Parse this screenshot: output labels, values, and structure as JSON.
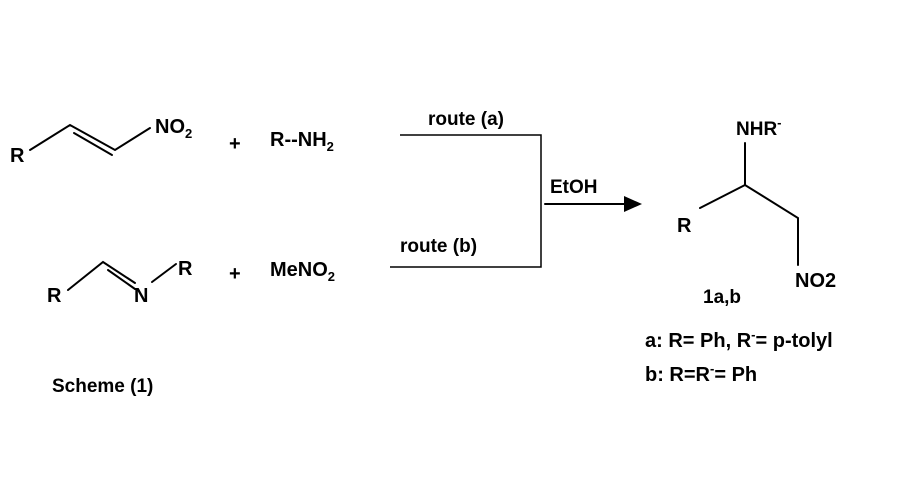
{
  "reactants": {
    "nitroalkene": {
      "r": "R",
      "no": "NO",
      "sub": "2"
    },
    "amine": {
      "main": "R--NH",
      "sub": "2"
    },
    "imine": {
      "r_left": "R",
      "n": "N",
      "r_right": "R"
    },
    "nitromethane": {
      "main": "MeNO",
      "sub": "2"
    },
    "plus": "+"
  },
  "routes": {
    "a": "route (a)",
    "b": "route (b)",
    "condition": "EtOH"
  },
  "product": {
    "nhr": "NHR",
    "sup": "-",
    "r": "R",
    "no2": "NO2",
    "label": "1a,b",
    "notes": {
      "a_prefix": "a: R= Ph, R",
      "a_suffix": "= p-tolyl",
      "b_prefix": "b: R=R",
      "b_suffix": "= Ph"
    }
  },
  "caption": "Scheme (1)"
}
